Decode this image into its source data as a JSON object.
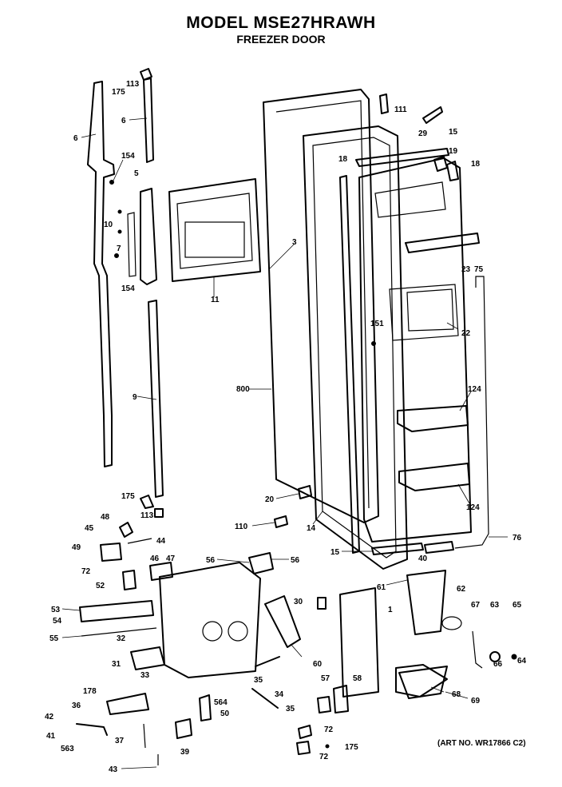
{
  "header": {
    "model_title": "MODEL MSE27HRAWH",
    "view_title": "FREEZER DOOR"
  },
  "footer": {
    "art_no": "(ART NO. WR17866 C2)"
  },
  "callouts": [
    {
      "id": "c-175-top",
      "text": "175"
    },
    {
      "id": "c-113-top",
      "text": "113"
    },
    {
      "id": "c-6-left",
      "text": "6"
    },
    {
      "id": "c-6-right",
      "text": "6"
    },
    {
      "id": "c-154-top",
      "text": "154"
    },
    {
      "id": "c-5",
      "text": "5"
    },
    {
      "id": "c-10",
      "text": "10"
    },
    {
      "id": "c-7",
      "text": "7"
    },
    {
      "id": "c-154-bottom",
      "text": "154"
    },
    {
      "id": "c-11",
      "text": "11"
    },
    {
      "id": "c-3",
      "text": "3"
    },
    {
      "id": "c-111",
      "text": "111"
    },
    {
      "id": "c-29",
      "text": "29"
    },
    {
      "id": "c-15-top",
      "text": "15"
    },
    {
      "id": "c-19",
      "text": "19"
    },
    {
      "id": "c-18-left",
      "text": "18"
    },
    {
      "id": "c-18-right",
      "text": "18"
    },
    {
      "id": "c-23",
      "text": "23"
    },
    {
      "id": "c-75",
      "text": "75"
    },
    {
      "id": "c-151",
      "text": "151"
    },
    {
      "id": "c-22",
      "text": "22"
    },
    {
      "id": "c-9",
      "text": "9"
    },
    {
      "id": "c-800",
      "text": "800"
    },
    {
      "id": "c-124-top",
      "text": "124"
    },
    {
      "id": "c-175-mid",
      "text": "175"
    },
    {
      "id": "c-113-mid",
      "text": "113"
    },
    {
      "id": "c-20",
      "text": "20"
    },
    {
      "id": "c-124-bottom",
      "text": "124"
    },
    {
      "id": "c-110",
      "text": "110"
    },
    {
      "id": "c-14",
      "text": "14"
    },
    {
      "id": "c-15-bottom",
      "text": "15"
    },
    {
      "id": "c-40",
      "text": "40"
    },
    {
      "id": "c-76",
      "text": "76"
    },
    {
      "id": "c-48",
      "text": "48"
    },
    {
      "id": "c-45",
      "text": "45"
    },
    {
      "id": "c-44",
      "text": "44"
    },
    {
      "id": "c-49",
      "text": "49"
    },
    {
      "id": "c-46",
      "text": "46"
    },
    {
      "id": "c-47",
      "text": "47"
    },
    {
      "id": "c-56-left",
      "text": "56"
    },
    {
      "id": "c-56-right",
      "text": "56"
    },
    {
      "id": "c-72-left",
      "text": "72"
    },
    {
      "id": "c-52",
      "text": "52"
    },
    {
      "id": "c-61",
      "text": "61"
    },
    {
      "id": "c-53",
      "text": "53"
    },
    {
      "id": "c-54",
      "text": "54"
    },
    {
      "id": "c-30",
      "text": "30"
    },
    {
      "id": "c-1",
      "text": "1"
    },
    {
      "id": "c-62",
      "text": "62"
    },
    {
      "id": "c-67",
      "text": "67"
    },
    {
      "id": "c-63",
      "text": "63"
    },
    {
      "id": "c-65",
      "text": "65"
    },
    {
      "id": "c-55",
      "text": "55"
    },
    {
      "id": "c-32",
      "text": "32"
    },
    {
      "id": "c-31",
      "text": "31"
    },
    {
      "id": "c-60",
      "text": "60"
    },
    {
      "id": "c-66",
      "text": "66"
    },
    {
      "id": "c-64",
      "text": "64"
    },
    {
      "id": "c-68",
      "text": "68"
    },
    {
      "id": "c-33",
      "text": "33"
    },
    {
      "id": "c-35-a",
      "text": "35"
    },
    {
      "id": "c-34",
      "text": "34"
    },
    {
      "id": "c-57",
      "text": "57"
    },
    {
      "id": "c-58",
      "text": "58"
    },
    {
      "id": "c-69",
      "text": "69"
    },
    {
      "id": "c-178",
      "text": "178"
    },
    {
      "id": "c-36",
      "text": "36"
    },
    {
      "id": "c-564",
      "text": "564"
    },
    {
      "id": "c-50",
      "text": "50"
    },
    {
      "id": "c-35-b",
      "text": "35"
    },
    {
      "id": "c-42",
      "text": "42"
    },
    {
      "id": "c-41",
      "text": "41"
    },
    {
      "id": "c-563",
      "text": "563"
    },
    {
      "id": "c-37",
      "text": "37"
    },
    {
      "id": "c-39",
      "text": "39"
    },
    {
      "id": "c-72-bottom",
      "text": "72"
    },
    {
      "id": "c-175-bottom",
      "text": "175"
    },
    {
      "id": "c-72-lowest",
      "text": "72"
    },
    {
      "id": "c-43",
      "text": "43"
    }
  ]
}
